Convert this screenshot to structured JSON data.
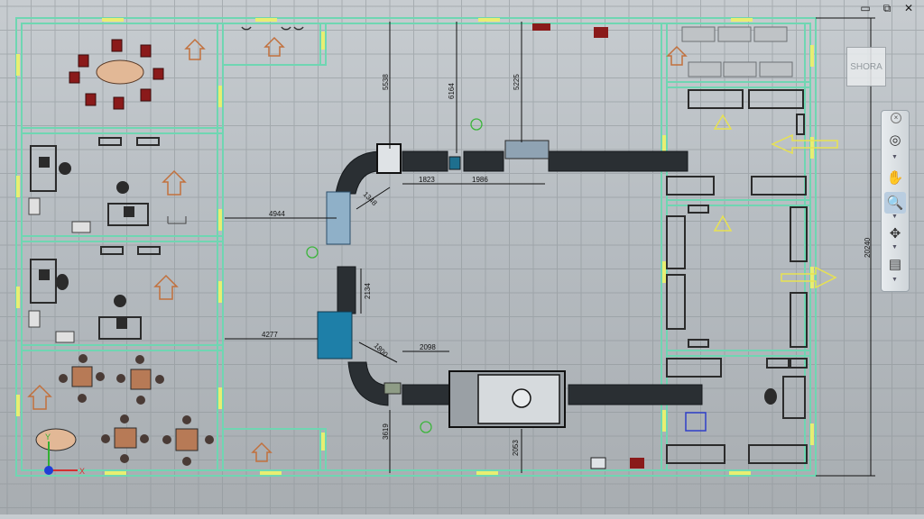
{
  "window": {
    "controls": {
      "restore": "▭",
      "maximize": "⧉",
      "close": "✕"
    }
  },
  "viewcube": {
    "label": "SHORA"
  },
  "dimensions": {
    "d5538": "5538",
    "d6164": "6164",
    "d5225": "5225",
    "d1823": "1823",
    "d1986": "1986",
    "d1348": "1348",
    "d4944": "4944",
    "d2134": "2134",
    "d4277": "4277",
    "d1800": "1800",
    "d2098": "2098",
    "d3619": "3619",
    "d2053": "2053",
    "d20240": "20240"
  },
  "axis": {
    "x_label": "X",
    "y_label": "Y"
  },
  "nav": {
    "pan_icon": "✋",
    "zoom_icon": "🔍",
    "orbit_icon": "✥",
    "look_icon": "▤"
  },
  "colors": {
    "wall": "#6fd6b2",
    "wall_dark": "#4aa88a",
    "door": "#e8ee72",
    "furniture": "#2b2b2b",
    "chair_red": "#8a1a1a",
    "table_brown": "#b77a56",
    "conveyor": "#2a2f33",
    "arrow_orange": "#c2703c",
    "arrow_yellow": "#e8e250",
    "dim_line": "#111111"
  }
}
